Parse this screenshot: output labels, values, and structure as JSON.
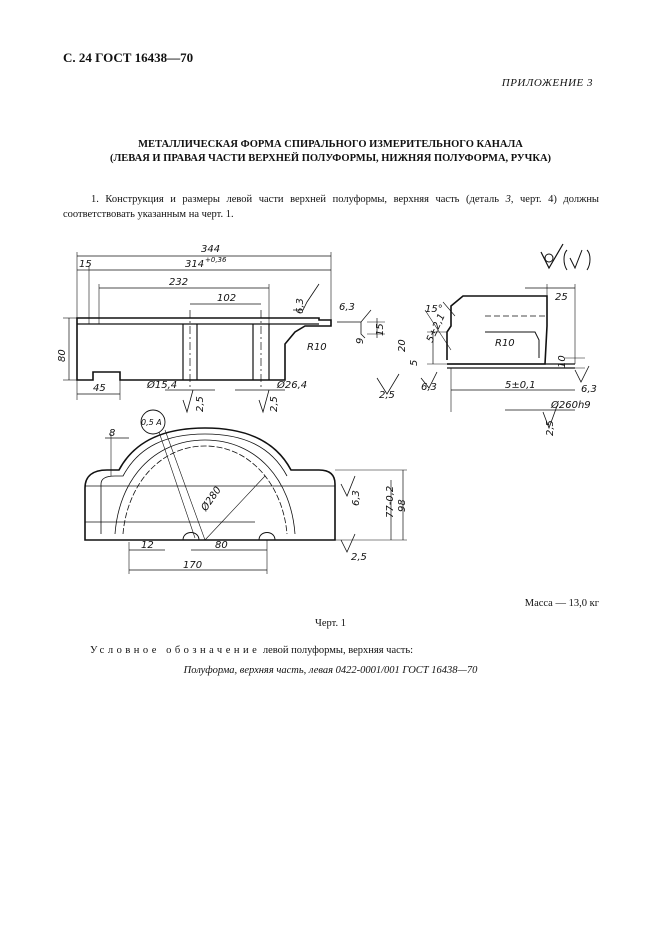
{
  "header": {
    "page_ref": "С. 24 ГОСТ 16438—70",
    "appendix": "ПРИЛОЖЕНИЕ 3"
  },
  "title": {
    "line1": "МЕТАЛЛИЧЕСКАЯ ФОРМА СПИРАЛЬНОГО ИЗМЕРИТЕЛЬНОГО КАНАЛА",
    "line2": "(ЛЕВАЯ И ПРАВАЯ ЧАСТИ ВЕРХНЕЙ ПОЛУФОРМЫ, НИЖНЯЯ ПОЛУФОРМА, РУЧКА)"
  },
  "paragraph": {
    "part1": "1. Конструкция и размеры левой части верхней полуформы, верхняя часть (деталь ",
    "detail_num": "3",
    "part2": ", черт. 4) должны соответствовать указанным на черт. 1."
  },
  "drawing": {
    "dims": {
      "d344": "344",
      "d314": "314",
      "d314_tol": "+0,36",
      "d15a": "15",
      "d232": "232",
      "d102": "102",
      "d80": "80",
      "d45": "45",
      "d15_4": "Ø15,4",
      "d26_4": "Ø26,4",
      "r10a": "R10",
      "d6_3a": "6,3",
      "d6_3b": "6,3",
      "d15b": "15",
      "d9": "9",
      "d2_5a": "2,5",
      "d2_5b": "2,5",
      "d15deg": "15°",
      "d5_2_1": "5±2,1",
      "d20": "20",
      "d5a": "5",
      "d25": "25",
      "r10b": "R10",
      "d10": "10",
      "d5_0_1": "5±0,1",
      "d260": "Ø260h9",
      "d6_3c": "6,3",
      "d6_3d": "6,3",
      "d2_5c": "2,5",
      "d2_5d": "2,5",
      "d8": "8",
      "d0_5a": "0,5 A",
      "d280": "Ø280",
      "d12": "12",
      "d80b": "80",
      "d170": "170",
      "d6_3e": "6,3",
      "d77": "77-0,2",
      "d98": "98",
      "d2_5e": "2,5"
    }
  },
  "mass": "Масса — 13,0 кг",
  "caption": "Черт. 1",
  "designation": {
    "label_spaced": "Условное обозначение",
    "label_rest": " левой полуформы, верхняя часть:",
    "value": "Полуформа, верхняя часть, левая 0422-0001/001 ГОСТ 16438—70"
  }
}
